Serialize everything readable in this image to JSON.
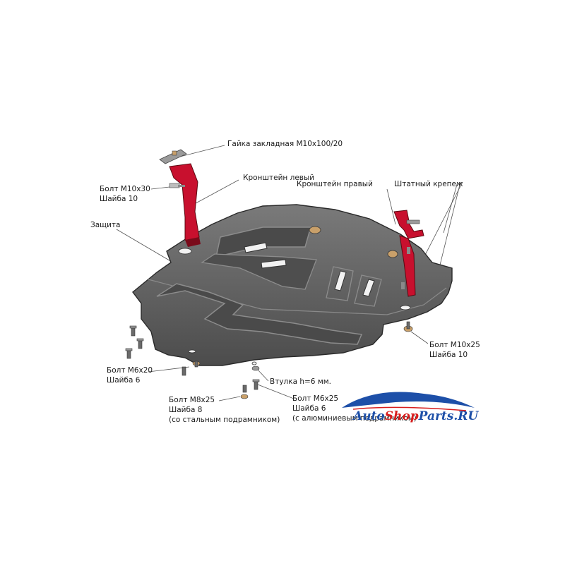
{
  "labels": {
    "nut": "Гайка закладная М10х100/20",
    "bracket_left": "Кронштейн левый",
    "bracket_right": "Кронштейн правый",
    "standard_mount": "Штатный крепеж",
    "bolt_m10x30": "Болт М10х30",
    "washer_10_left": "Шайба 10",
    "shield": "Защита",
    "bolt_m10x25": "Болт М10х25",
    "washer_10_right": "Шайба 10",
    "bolt_m6x20": "Болт М6х20",
    "washer_6_a": "Шайба 6",
    "bushing": "Втулка h=6 мм.",
    "bolt_m8x25": "Болт М8х25",
    "washer_8": "Шайба 8",
    "steel_subframe": "(со стальным подрамником)",
    "bolt_m6x25": "Болт М6х25",
    "washer_6_b": "Шайба 6",
    "alu_subframe": "(с алюминиевым подрамником)"
  },
  "watermark": {
    "part1": "Auto",
    "part2": "Shop",
    "part3": "Parts.RU"
  },
  "colors": {
    "plate": "#5c5c5c",
    "plate_dark": "#3a3a3a",
    "bracket": "#c8102e",
    "fastener": "#c9a06a",
    "watermark_blue": "#1d4fa8",
    "watermark_red": "#d81d1d"
  }
}
